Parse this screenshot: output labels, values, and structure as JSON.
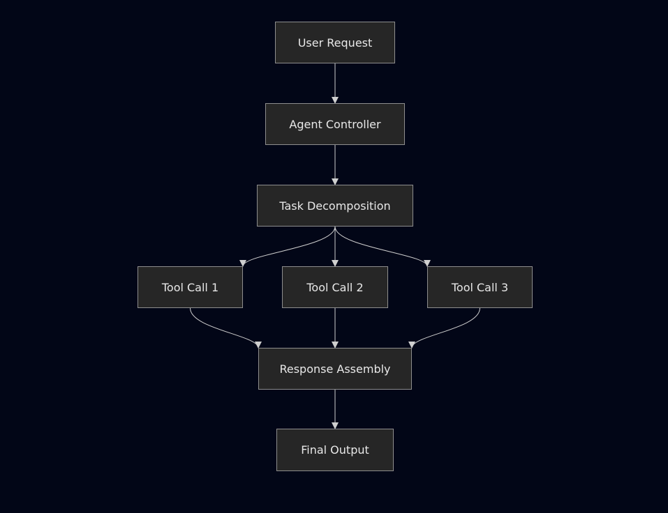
{
  "colors": {
    "background": "#020617",
    "node_fill": "#262626",
    "node_border": "#8e8e8e",
    "edge": "#cfcfcf",
    "text": "#e8e8e8"
  },
  "nodes": {
    "user_request": "User Request",
    "agent_controller": "Agent Controller",
    "task_decomposition": "Task Decomposition",
    "tool_call_1": "Tool Call 1",
    "tool_call_2": "Tool Call 2",
    "tool_call_3": "Tool Call 3",
    "response_assembly": "Response Assembly",
    "final_output": "Final Output"
  },
  "edges": [
    {
      "from": "user_request",
      "to": "agent_controller"
    },
    {
      "from": "agent_controller",
      "to": "task_decomposition"
    },
    {
      "from": "task_decomposition",
      "to": "tool_call_1"
    },
    {
      "from": "task_decomposition",
      "to": "tool_call_2"
    },
    {
      "from": "task_decomposition",
      "to": "tool_call_3"
    },
    {
      "from": "tool_call_1",
      "to": "response_assembly"
    },
    {
      "from": "tool_call_2",
      "to": "response_assembly"
    },
    {
      "from": "tool_call_3",
      "to": "response_assembly"
    },
    {
      "from": "response_assembly",
      "to": "final_output"
    }
  ]
}
